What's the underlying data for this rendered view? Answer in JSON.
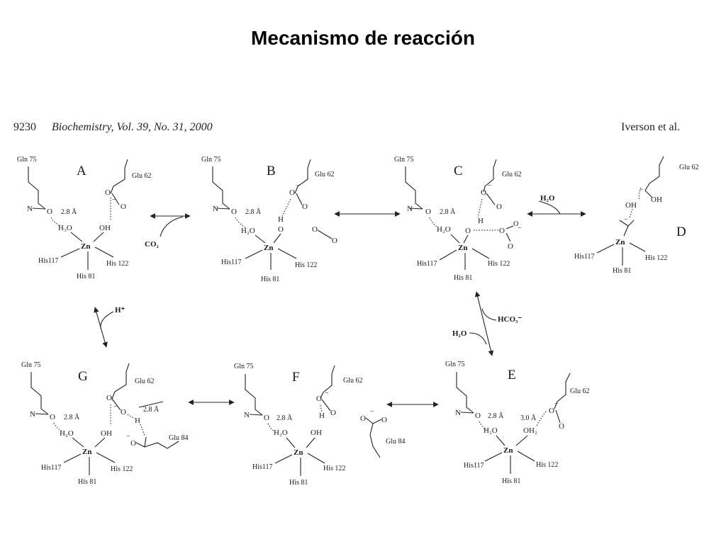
{
  "slide_title": "Mecanismo de reacción",
  "header": {
    "page_number": "9230",
    "journal": "Biochemistry, Vol. 39, No. 31, 2000",
    "authors": "Iverson et al."
  },
  "arrow_labels": {
    "ab": "CO₂",
    "cd": "H₂O",
    "ag": "H⁺",
    "ce_top": "HCO₃⁻",
    "ce_bottom": "H₂O"
  },
  "panels": [
    {
      "key": "A",
      "letter": "A",
      "labels": {
        "gln": "Gln 75",
        "glu62": "Glu 62",
        "n": "N",
        "o": "O",
        "dist": "2.8 Å",
        "w1": "H₃O",
        "w2": "OH",
        "zn": "Zn",
        "his117": "His117",
        "his122": "His 122",
        "his81": "His 81",
        "m1": "−"
      }
    },
    {
      "key": "B",
      "letter": "B",
      "labels": {
        "gln": "Gln 75",
        "glu62": "Glu 62",
        "n": "N",
        "o": "O",
        "dist": "2.8 Å",
        "w1": "H₂O",
        "w2": "O",
        "h": "H",
        "zn": "Zn",
        "his117": "His117",
        "his122": "His 122",
        "his81": "His 81",
        "m1": "−"
      }
    },
    {
      "key": "C",
      "letter": "C",
      "labels": {
        "gln": "Gln 75",
        "glu62": "Glu 62",
        "n": "N",
        "o": "O",
        "dist": "2.8 Å",
        "w1": "H₂O",
        "w2": "O",
        "h": "H",
        "zn": "Zn",
        "his117": "His117",
        "his122": "His 122",
        "his81": "His 81",
        "m1": "−",
        "m2": "−"
      }
    },
    {
      "key": "D",
      "letter": "D",
      "labels": {
        "glu62": "Glu 62",
        "oh": "OH",
        "zn": "Zn",
        "his117": "His117",
        "his122": "His 122",
        "his81": "His 81",
        "m1": "−",
        "m2": "−"
      }
    },
    {
      "key": "E",
      "letter": "E",
      "labels": {
        "gln": "Gln 75",
        "glu62": "Glu 62",
        "n": "N",
        "o": "O",
        "dist": "2.8 Å",
        "dist2": "3.0 Å",
        "w1": "H₂O",
        "w2": "OH₂",
        "zn": "Zn",
        "his117": "His117",
        "his122": "His 122",
        "his81": "His 81",
        "m1": "−"
      }
    },
    {
      "key": "F",
      "letter": "F",
      "labels": {
        "gln": "Gln 75",
        "glu62": "Glu 62",
        "glu84": "Glu 84",
        "n": "N",
        "o": "O",
        "dist": "2.8 Å",
        "w1": "H₂O",
        "w2": "OH",
        "h": "H",
        "zn": "Zn",
        "his117": "His117",
        "his122": "His 122",
        "his81": "His 81",
        "m1": "−"
      }
    },
    {
      "key": "G",
      "letter": "G",
      "labels": {
        "gln": "Gln 75",
        "glu62": "Glu 62",
        "glu84": "Glu 84",
        "n": "N",
        "o": "O",
        "dist": "2.8 Å",
        "dist2": "2.8 Å",
        "w1": "H₂O",
        "w2": "OH",
        "h": "H",
        "zn": "Zn",
        "his117": "His117",
        "his122": "His 122",
        "his81": "His 81",
        "m1": "−",
        "m2": "−"
      }
    }
  ]
}
